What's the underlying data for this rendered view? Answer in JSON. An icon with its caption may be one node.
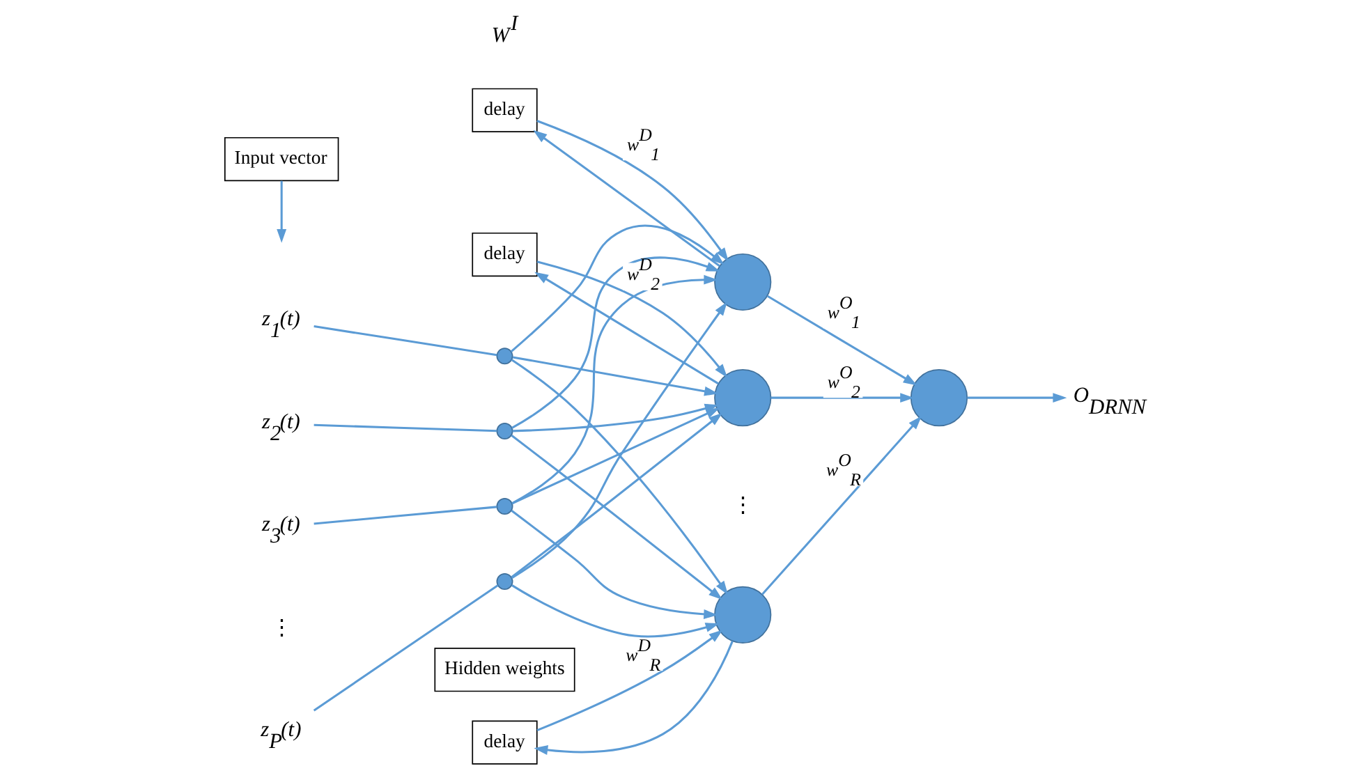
{
  "diagram": {
    "nodes": [
      {
        "text": [
          "Input vector"
        ]
      },
      {
        "text": [
          "z$_{1}$(t)"
        ]
      },
      {
        "text": [
          "z$_{2}$(t)"
        ]
      },
      {
        "text": [
          "z$_{3}$(t)"
        ]
      },
      {
        "text": [
          "z$_{P}$(t)"
        ]
      },
      {
        "text": [],
        "shape": "circle"
      },
      {
        "text": [],
        "shape": "circle"
      },
      {
        "text": [],
        "shape": "circle"
      },
      {
        "text": [],
        "shape": "circle"
      },
      {
        "text": [
          "delay"
        ]
      },
      {
        "text": [],
        "shape": "circle"
      },
      {
        "text": [
          "delay"
        ]
      },
      {
        "text": [],
        "shape": "circle"
      },
      {
        "text": [
          "delay"
        ]
      },
      {
        "text": [],
        "shape": "circle"
      },
      {
        "text": [],
        "shape": "circle"
      },
      {
        "text": [
          "O$_{DRNN}$"
        ]
      },
      {
        "text": [
          "Hidden weights"
        ]
      }
    ],
    "edges": [
      {
        "from": 0,
        "to": null,
        "arrow": "to"
      },
      {
        "from": 1,
        "to": 5,
        "arrow": "none"
      },
      {
        "from": 2,
        "to": 6,
        "arrow": "none"
      },
      {
        "from": 3,
        "to": 7,
        "arrow": "none"
      },
      {
        "from": 4,
        "to": 8,
        "arrow": "none"
      },
      {
        "from": 5,
        "to": 10,
        "arrow": "to"
      },
      {
        "from": 5,
        "to": 12,
        "arrow": "to"
      },
      {
        "from": 5,
        "to": 14,
        "arrow": "to"
      },
      {
        "from": 6,
        "to": 10,
        "arrow": "to"
      },
      {
        "from": 6,
        "to": 12,
        "arrow": "to"
      },
      {
        "from": 6,
        "to": 14,
        "arrow": "to"
      },
      {
        "from": 7,
        "to": 10,
        "arrow": "to"
      },
      {
        "from": 7,
        "to": 12,
        "arrow": "to"
      },
      {
        "from": 7,
        "to": 14,
        "arrow": "to"
      },
      {
        "from": 8,
        "to": 10,
        "arrow": "to"
      },
      {
        "from": 8,
        "to": 12,
        "arrow": "to"
      },
      {
        "from": 8,
        "to": 14,
        "arrow": "to"
      },
      {
        "from": 10,
        "to": 9,
        "arrow": "to"
      },
      {
        "from": 9,
        "to": 10,
        "arrow": "to",
        "label": "w$^{D}$$_{1}$"
      },
      {
        "from": 12,
        "to": 11,
        "arrow": "to"
      },
      {
        "from": 11,
        "to": 12,
        "arrow": "to",
        "label": "w$^{D}$$_{2}$"
      },
      {
        "from": 14,
        "to": 13,
        "arrow": "to"
      },
      {
        "from": 13,
        "to": 14,
        "arrow": "to",
        "label": "w$^{D}$$_{R}$"
      },
      {
        "from": 10,
        "to": 15,
        "arrow": "to",
        "label": "w$^{O}$$_{1}$"
      },
      {
        "from": 12,
        "to": 15,
        "arrow": "to",
        "label": "w$^{O}$$_{2}$"
      },
      {
        "from": 14,
        "to": 15,
        "arrow": "to",
        "label": "w$^{O}$$_{R}$"
      },
      {
        "from": 15,
        "to": 16,
        "arrow": "to"
      }
    ],
    "labels": [
      "⋮",
      "⋮",
      "W$^{I}$"
    ]
  }
}
